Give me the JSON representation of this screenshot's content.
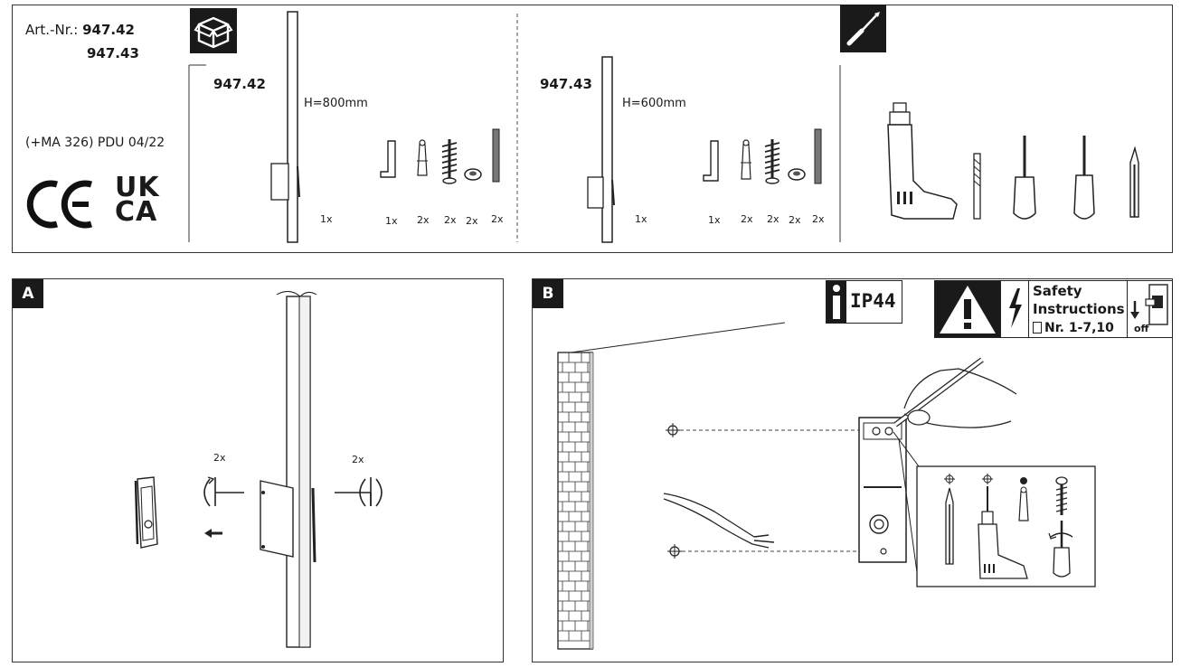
{
  "header": {
    "art_label": "Art.-Nr.:",
    "art_numbers": [
      "947.42",
      "947.43"
    ],
    "doc_code": "(+MA 326) PDU 04/22",
    "ce_mark": "CE",
    "ukca_mark": [
      "UK",
      "CA"
    ]
  },
  "contents": {
    "variant_a": {
      "model": "947.42",
      "height": "H=800mm",
      "quantities": [
        "1x",
        "1x",
        "2x",
        "2x",
        "2x",
        "2x"
      ]
    },
    "variant_b": {
      "model": "947.43",
      "height": "H=600mm",
      "quantities": [
        "1x",
        "1x",
        "2x",
        "2x",
        "2x",
        "2x"
      ]
    }
  },
  "tools": {
    "icons": [
      "drill-icon",
      "drill-bit-icon",
      "phillips-screwdriver-icon",
      "flat-screwdriver-icon",
      "pencil-icon"
    ]
  },
  "step_a": {
    "label": "A",
    "rotate_left_qty": "2x",
    "rotate_right_qty": "2x"
  },
  "step_b": {
    "label": "B",
    "ip_rating": "IP44",
    "safety_title": [
      "Safety",
      "Instructions"
    ],
    "safety_ref": "Nr. 1-7,10",
    "power_state": "off"
  }
}
